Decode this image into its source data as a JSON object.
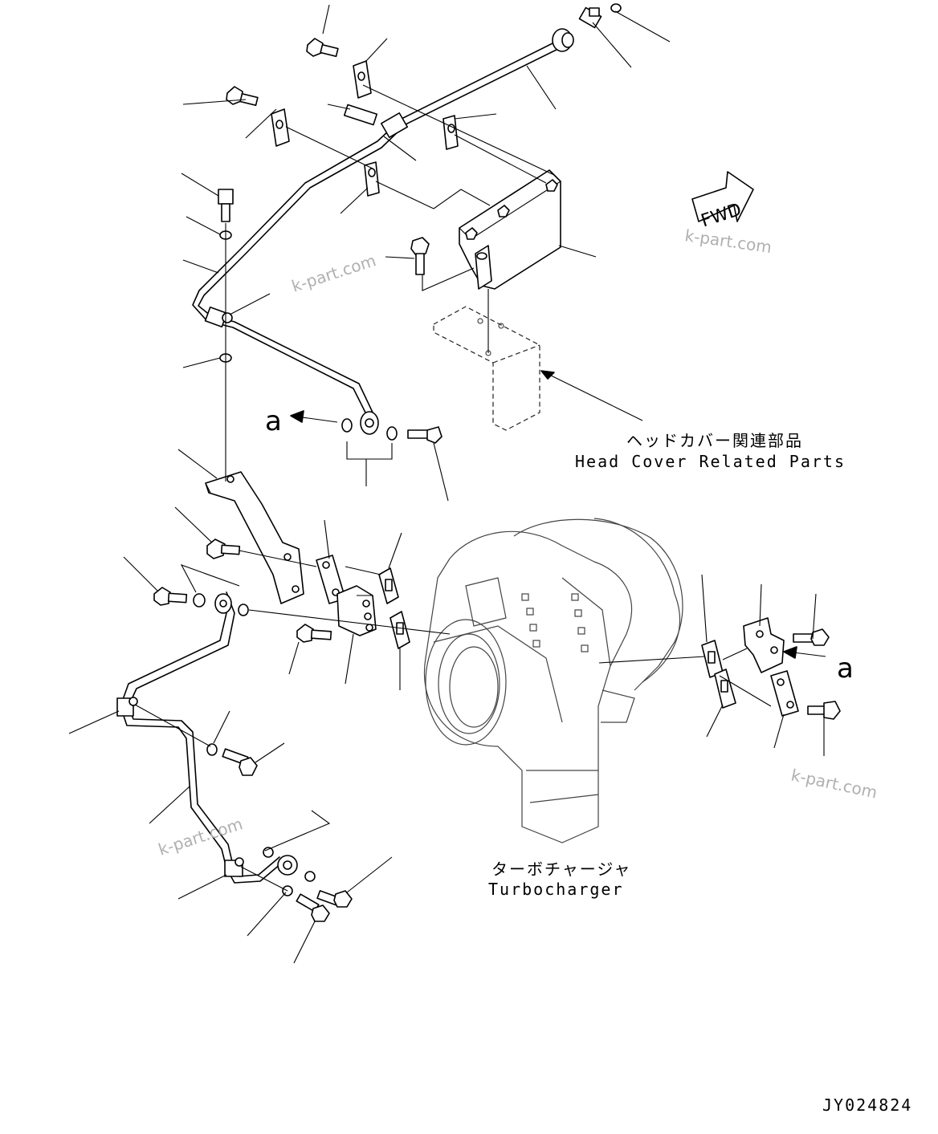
{
  "labels": {
    "head_cover_jp": "ヘッドカバー関連部品",
    "head_cover_en": "Head Cover Related Parts",
    "turbo_jp": "ターボチャージャ",
    "turbo_en": "Turbocharger",
    "ref_a_left": "a",
    "ref_a_right": "a",
    "fwd": "FWD",
    "drawing_no": "JY024824"
  },
  "watermark": "k-part.com",
  "colors": {
    "line": "#000000",
    "watermark": "#b0b0b0",
    "background": "#ffffff"
  }
}
